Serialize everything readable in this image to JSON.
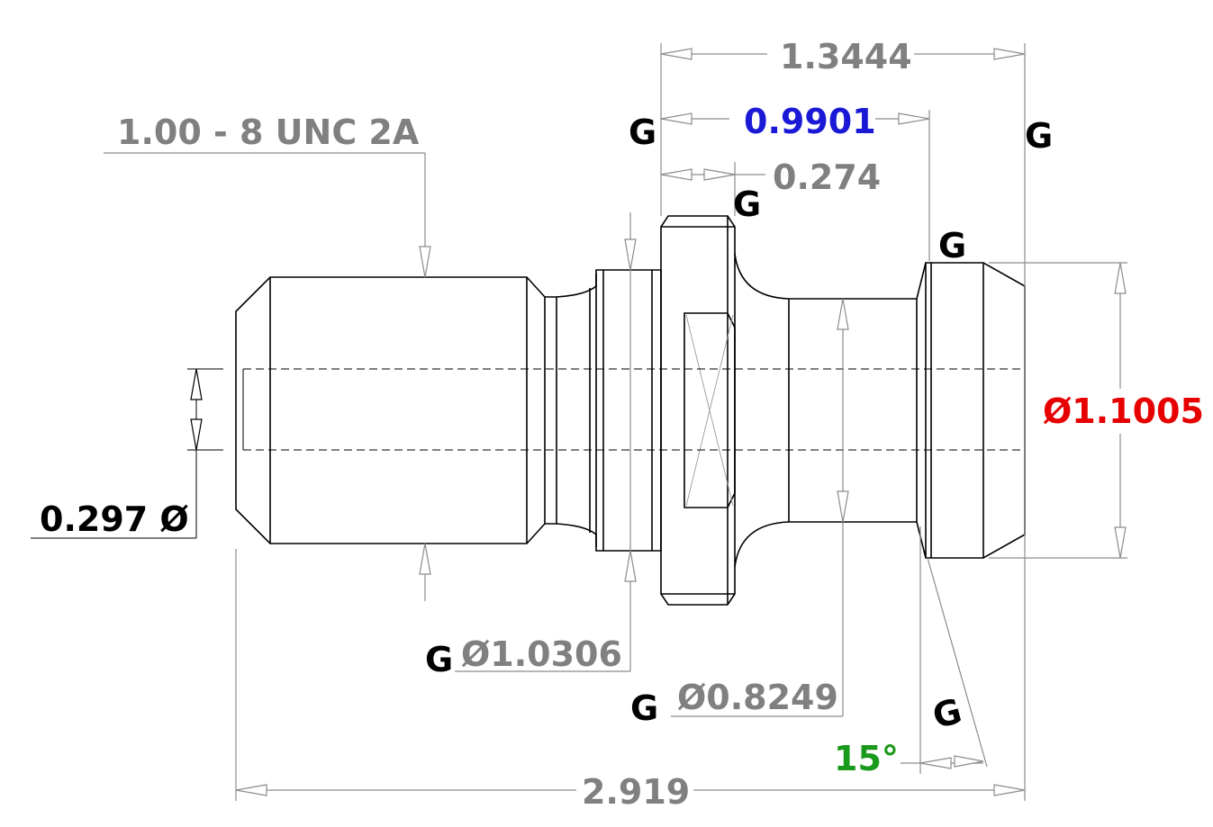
{
  "colors": {
    "dimension_gray": "#808080",
    "basic_black": "#000000",
    "gauge_blue": "#1a1ad6",
    "critical_red": "#e60000",
    "angle_green": "#1a9a1a"
  },
  "dimensions": {
    "overall_length": "2.919",
    "gauge_length_total": "1.3444",
    "gauge_length": "0.9901",
    "flange_width": "0.274",
    "thread_spec": "1.00 - 8 UNC 2A",
    "thru_hole": "0.297 Ø",
    "flange_diameter": "Ø1.0306",
    "neck_diameter": "Ø0.8249",
    "head_diameter": "Ø1.1005",
    "taper_angle": "15°"
  },
  "gauge_marks": {
    "g1": "G",
    "g2": "G",
    "g3": "G",
    "g4": "G",
    "g5": "G",
    "g6": "G",
    "g7": "G"
  }
}
